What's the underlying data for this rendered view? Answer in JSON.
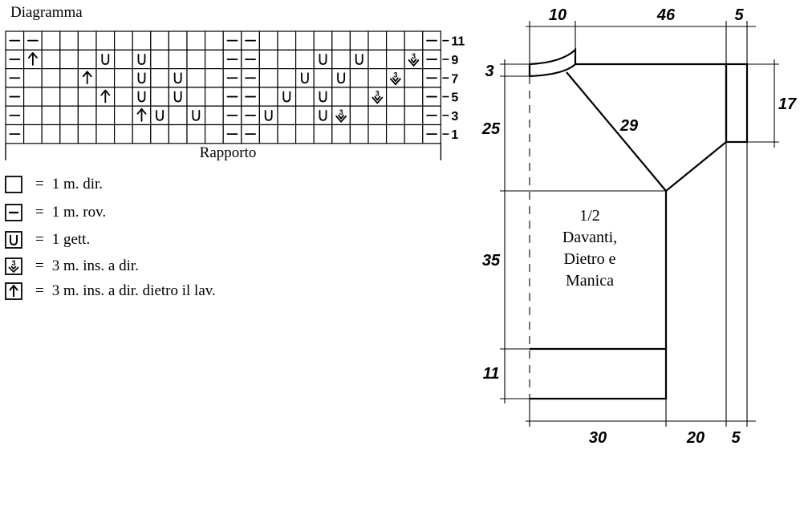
{
  "diagram": {
    "title": "Diagramma",
    "repeat_label": "Rapporto",
    "row_numbers": [
      "11",
      "9",
      "7",
      "5",
      "3",
      "1"
    ],
    "rows": [
      "P P . . . . . . . . . . P P . . . . . . . . . P",
      "P A . . . Y . Y . . . . P P . . . Y . Y . . D P",
      "P . . . A . . Y . Y . . P P . . Y . Y . . D . P",
      "P . . . . A . Y . Y . . P P . Y . Y . . D . . P",
      "P . . . . . . A Y . Y . P P Y . . Y D . . . . P",
      "P . . . . . . . . . . . P P . . . . . . . . . P"
    ]
  },
  "legend": [
    {
      "symbol": "knit-square",
      "text": "1 m. dir."
    },
    {
      "symbol": "purl-dash",
      "text": "1 m. rov."
    },
    {
      "symbol": "yarn-over",
      "text": "1 gett."
    },
    {
      "symbol": "dec-3-right",
      "text": "3 m. ins. a dir."
    },
    {
      "symbol": "dec-3-back-loop",
      "text": "3 m. ins. a dir. dietro il lav."
    }
  ],
  "schema": {
    "label_lines": [
      "1/2",
      "Davanti,",
      "Dietro e",
      "Manica"
    ],
    "dimensions": {
      "top_neck": "10",
      "top_sleeve": "46",
      "top_cuff": "5",
      "neck_depth": "3",
      "raglan_height": "25",
      "raglan_length": "29",
      "cuff_height": "17",
      "body_height": "35",
      "rib_height": "11",
      "bottom_width": "30",
      "bottom_sleeve": "20",
      "bottom_cuff": "5"
    }
  }
}
